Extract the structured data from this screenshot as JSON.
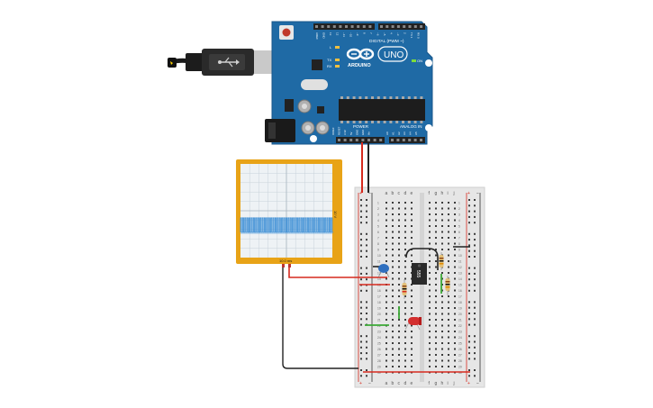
{
  "arduino": {
    "brand": "ARDUINO",
    "model": "UNO",
    "digital_label": "DIGITAL (PWM ~)",
    "power_label": "POWER",
    "analog_label": "ANALOG IN",
    "on_label": "ON",
    "tx_label": "TX",
    "rx_label": "RX",
    "l_label": "L",
    "digital_pins": [
      "AREF",
      "GND",
      "13",
      "12",
      "~11",
      "~10",
      "~9",
      "8",
      "7",
      "~6",
      "~5",
      "4",
      "~3",
      "2",
      "TX 1",
      "RX 0"
    ],
    "power_pins": [
      "IOREF",
      "RESET",
      "3.3V",
      "5V",
      "GND",
      "GND",
      "Vin"
    ],
    "analog_pins": [
      "A0",
      "A1",
      "A2",
      "A3",
      "A4",
      "A5"
    ]
  },
  "oscilloscope": {
    "volts_label": "10 V",
    "time_label": "10.0 ms"
  },
  "breadboard": {
    "col_letters_left": [
      "a",
      "b",
      "c",
      "d",
      "e"
    ],
    "col_letters_right": [
      "f",
      "g",
      "h",
      "i",
      "j"
    ],
    "rows": 30,
    "rail_plus": "+",
    "rail_minus": "−"
  },
  "timer_chip": {
    "label": "555"
  },
  "colors": {
    "arduino_board": "#1f6aa5",
    "scope_frame": "#e8a317",
    "signal": "#3d8fd6",
    "wire_red": "#d62a1e",
    "wire_black": "#222222",
    "wire_green": "#3aa935",
    "led_red": "#d32f2f",
    "capacitor_blue": "#2f6fbf"
  }
}
